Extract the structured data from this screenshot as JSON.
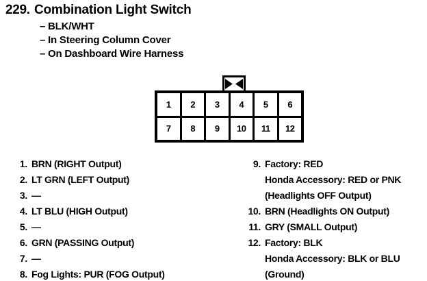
{
  "header": {
    "number": "229.",
    "title": "Combination Light Switch",
    "bullets": [
      {
        "dash": "–",
        "text": "BLK/WHT"
      },
      {
        "dash": "–",
        "text": "In Steering Column Cover"
      },
      {
        "dash": "–",
        "text": "On Dashboard Wire Harness"
      }
    ]
  },
  "connector": {
    "name": "12-pin connector",
    "latch_icon": "bowtie-latch-icon",
    "rows": [
      [
        "1",
        "2",
        "3",
        "4",
        "5",
        "6"
      ],
      [
        "7",
        "8",
        "9",
        "10",
        "11",
        "12"
      ]
    ]
  },
  "pins_left": [
    {
      "num": "1.",
      "lines": [
        "BRN (RIGHT Output)"
      ]
    },
    {
      "num": "2.",
      "lines": [
        "LT GRN (LEFT Output)"
      ]
    },
    {
      "num": "3.",
      "lines": [
        "—"
      ]
    },
    {
      "num": "4.",
      "lines": [
        "LT BLU (HIGH Output)"
      ]
    },
    {
      "num": "5.",
      "lines": [
        "—"
      ]
    },
    {
      "num": "6.",
      "lines": [
        "GRN (PASSING Output)"
      ]
    },
    {
      "num": "7.",
      "lines": [
        "—"
      ]
    },
    {
      "num": "8.",
      "lines": [
        "Fog Lights: PUR (FOG Output)"
      ]
    }
  ],
  "pins_right": [
    {
      "num": "9.",
      "lines": [
        "Factory: RED",
        "Honda Accessory: RED or PNK",
        "(Headlights OFF Output)"
      ]
    },
    {
      "num": "10.",
      "lines": [
        "BRN (Headlights ON Output)"
      ]
    },
    {
      "num": "11.",
      "lines": [
        "GRY (SMALL Output)"
      ]
    },
    {
      "num": "12.",
      "lines": [
        "Factory: BLK",
        "Honda Accessory: BLK or BLU",
        "(Ground)"
      ]
    }
  ],
  "colors": {
    "ink": "#000000",
    "paper": "#ffffff"
  }
}
